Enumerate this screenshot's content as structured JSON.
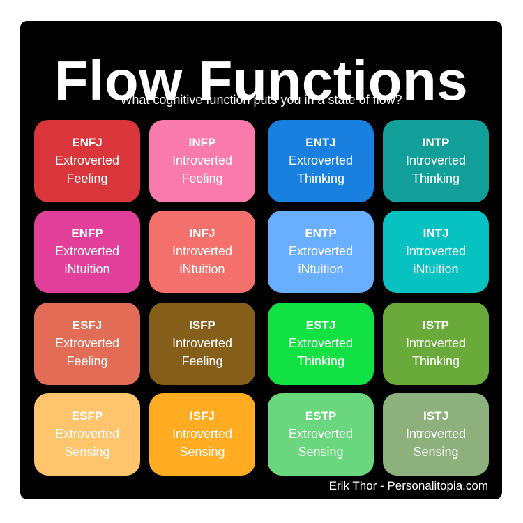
{
  "title": "Flow Functions",
  "subtitle": "What cognitive function puts you in a state of flow?",
  "credit": "Erik Thor - Personalitopia.com",
  "tiles": [
    {
      "type": "ENFJ",
      "line1": "Extroverted",
      "line2": "Feeling",
      "color": "#d9353b",
      "text_color": "#ffffff"
    },
    {
      "type": "INFP",
      "line1": "Introverted",
      "line2": "Feeling",
      "color": "#f87bac",
      "text_color": "#ffffff"
    },
    {
      "type": "ENTJ",
      "line1": "Extroverted",
      "line2": "Thinking",
      "color": "#1a80df",
      "text_color": "#ffffff"
    },
    {
      "type": "INTP",
      "line1": "Introverted",
      "line2": "Thinking",
      "color": "#129e99",
      "text_color": "#ffffff"
    },
    {
      "type": "ENFP",
      "line1": "Extroverted",
      "line2": "iNtuition",
      "color": "#e23f9a",
      "text_color": "#ffffff"
    },
    {
      "type": "INFJ",
      "line1": "Introverted",
      "line2": "iNtuition",
      "color": "#f4706c",
      "text_color": "#ffffff"
    },
    {
      "type": "ENTP",
      "line1": "Extroverted",
      "line2": "iNtuition",
      "color": "#6aafff",
      "text_color": "#ffffff"
    },
    {
      "type": "INTJ",
      "line1": "Introverted",
      "line2": "iNtuition",
      "color": "#08c2c2",
      "text_color": "#ffffff"
    },
    {
      "type": "ESFJ",
      "line1": "Extroverted",
      "line2": "Feeling",
      "color": "#e36c57",
      "text_color": "#ffffff"
    },
    {
      "type": "ISFP",
      "line1": "Introverted",
      "line2": "Feeling",
      "color": "#855e1a",
      "text_color": "#ffffff"
    },
    {
      "type": "ESTJ",
      "line1": "Extroverted",
      "line2": "Thinking",
      "color": "#11e143",
      "text_color": "#ffffff"
    },
    {
      "type": "ISTP",
      "line1": "Introverted",
      "line2": "Thinking",
      "color": "#6aaa3a",
      "text_color": "#ffffff"
    },
    {
      "type": "ESFP",
      "line1": "Extroverted",
      "line2": "Sensing",
      "color": "#fec56c",
      "text_color": "#ffffff"
    },
    {
      "type": "ISFJ",
      "line1": "Introverted",
      "line2": "Sensing",
      "color": "#ffac22",
      "text_color": "#ffffff"
    },
    {
      "type": "ESTP",
      "line1": "Extroverted",
      "line2": "Sensing",
      "color": "#6ad67d",
      "text_color": "#ffffff"
    },
    {
      "type": "ISTJ",
      "line1": "Introverted",
      "line2": "Sensing",
      "color": "#8db07c",
      "text_color": "#ffffff"
    }
  ]
}
